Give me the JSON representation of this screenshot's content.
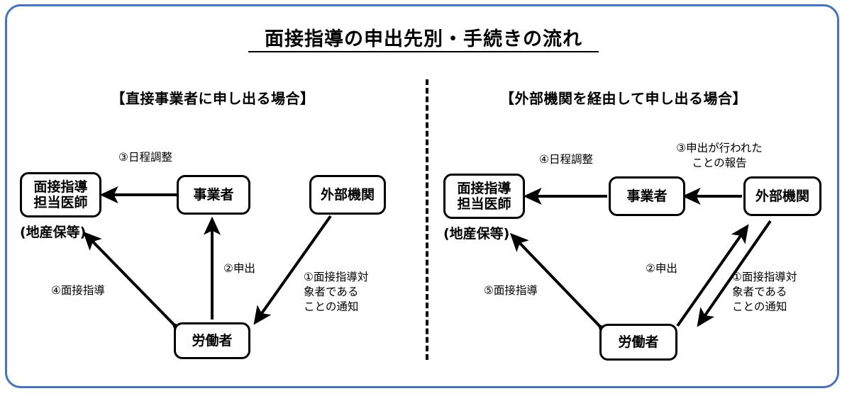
{
  "title": "面接指導の申出先別・手続きの流れ",
  "sections": [
    {
      "header": "【直接事業者に申し出る場合】",
      "nodes": [
        {
          "id": "doctor",
          "label": "面接指導\n担当医師",
          "caption": "(地産保等)"
        },
        {
          "id": "employer",
          "label": "事業者"
        },
        {
          "id": "external",
          "label": "外部機関"
        },
        {
          "id": "worker",
          "label": "労働者"
        }
      ],
      "edges": [
        {
          "id": "notice",
          "label": "①面接指導対\n象者である\nことの通知"
        },
        {
          "id": "application",
          "label": "②申出"
        },
        {
          "id": "schedule",
          "label": "③日程調整"
        },
        {
          "id": "interview",
          "label": "④面接指導"
        }
      ]
    },
    {
      "header": "【外部機関を経由して申し出る場合】",
      "nodes": [
        {
          "id": "doctor",
          "label": "面接指導\n担当医師",
          "caption": "(地産保等)"
        },
        {
          "id": "employer",
          "label": "事業者"
        },
        {
          "id": "external",
          "label": "外部機関"
        },
        {
          "id": "worker",
          "label": "労働者"
        }
      ],
      "edges": [
        {
          "id": "notice",
          "label": "①面接指導対\n象者である\nことの通知"
        },
        {
          "id": "application",
          "label": "②申出"
        },
        {
          "id": "report",
          "label": "③申出が行われた\nことの報告"
        },
        {
          "id": "schedule",
          "label": "④日程調整"
        },
        {
          "id": "interview",
          "label": "⑤面接指導"
        }
      ]
    }
  ],
  "colors": {
    "frame_border": "#4472C4",
    "node_border": "#000000",
    "text": "#000000",
    "divider": "#000000"
  }
}
